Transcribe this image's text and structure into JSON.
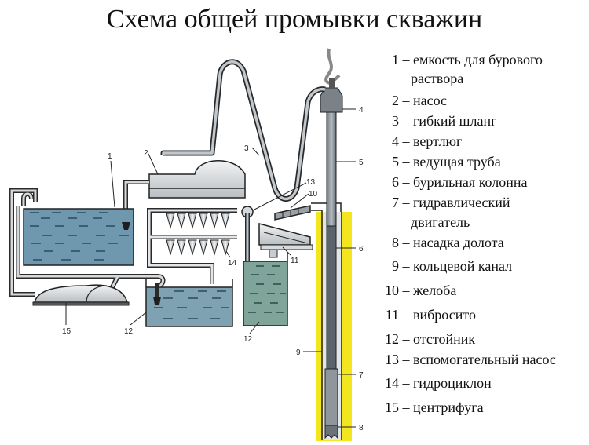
{
  "title": "Схема общей промывки скважин",
  "legend": [
    {
      "num": "1",
      "text": "емкость для бурового",
      "cont": "раствора"
    },
    {
      "num": "2",
      "text": "насос"
    },
    {
      "num": "3",
      "text": "гибкий шланг"
    },
    {
      "num": "4",
      "text": "вертлюг"
    },
    {
      "num": "5",
      "text": "ведущая труба"
    },
    {
      "num": "6",
      "text": "бурильная колонна"
    },
    {
      "num": "7",
      "text": "гидравлический",
      "cont": "двигатель"
    },
    {
      "num": "8",
      "text": "насадка долота"
    },
    {
      "num": "9",
      "text": "кольцевой канал"
    },
    {
      "num": "10",
      "text": "желоба"
    },
    {
      "num": "11",
      "text": "вибросито"
    },
    {
      "num": "12",
      "text": "отстойник"
    },
    {
      "num": "13",
      "text": "вспомогательный насос"
    },
    {
      "num": "14",
      "text": "гидроциклон"
    },
    {
      "num": "15",
      "text": "центрифуга"
    }
  ],
  "dash": "–",
  "callouts": {
    "c1": "1",
    "c2": "2",
    "c3": "3",
    "c4": "4",
    "c5": "5",
    "c6": "6",
    "c7": "7",
    "c8": "8",
    "c9": "9",
    "c10": "10",
    "c11": "11",
    "c12a": "12",
    "c12b": "12",
    "c13": "13",
    "c14": "14",
    "c15": "15"
  },
  "colors": {
    "fluid": "#6f97ad",
    "fluid_green": "#7fa49a",
    "borehole": "#f4e61e",
    "metal": "#cfd3d6",
    "outline": "#2a2a2a"
  }
}
